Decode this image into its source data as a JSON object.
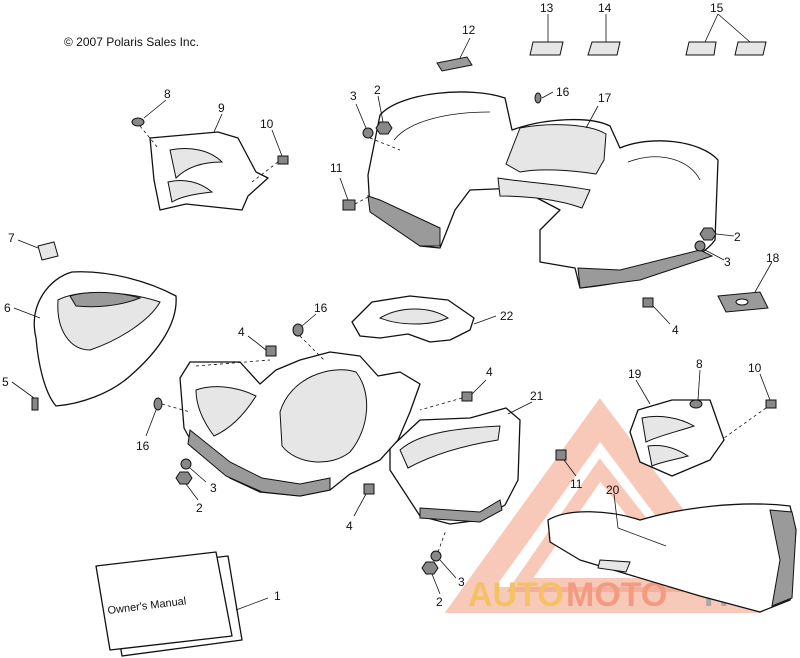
{
  "copyright": "© 2007 Polaris Sales Inc.",
  "manual_label": "Owner's Manual",
  "watermark": {
    "auto": "AUTO",
    "moto": "MOTO",
    "hub": "HUB",
    "color_primary": "#f08a6a",
    "color_auto": "#f2b84a",
    "color_hub": "#9a9a9a"
  },
  "callouts": {
    "c1": "1",
    "c2a": "2",
    "c2b": "2",
    "c2c": "2",
    "c3a": "3",
    "c3b": "3",
    "c3c": "3",
    "c3d": "3",
    "c4a": "4",
    "c4b": "4",
    "c4c": "4",
    "c4d": "4",
    "c5": "5",
    "c6": "6",
    "c7": "7",
    "c8a": "8",
    "c8b": "8",
    "c9": "9",
    "c10a": "10",
    "c10b": "10",
    "c11a": "11",
    "c11b": "11",
    "c12": "12",
    "c13": "13",
    "c14": "14",
    "c15": "15",
    "c16a": "16",
    "c16b": "16",
    "c16c": "16",
    "c17": "17",
    "c18": "18",
    "c19": "19",
    "c20": "20",
    "c21": "21",
    "c22": "22"
  }
}
